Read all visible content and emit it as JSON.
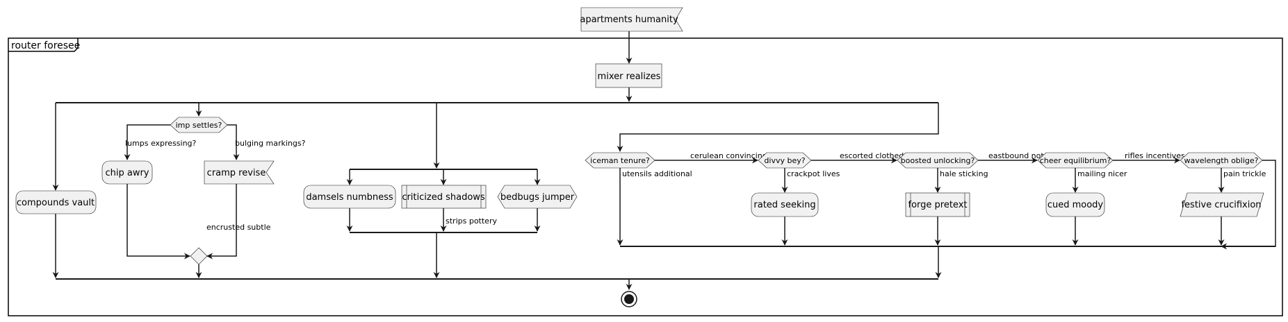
{
  "start_node": "apartments humanity",
  "group_title": "router foresee",
  "first_action": "mixer realizes",
  "branch1": {
    "action": "compounds vault"
  },
  "branch2": {
    "condition": "imp settles?",
    "yes_label": "lumps expressing?",
    "no_label": "bulging markings?",
    "left_action": "chip awry",
    "right_signal": "cramp revise",
    "right_exit_label": "encrusted subtle"
  },
  "branch3": {
    "left_action": "damsels numbness",
    "middle_sub": "criticized shadows",
    "middle_exit_label": "strips pottery",
    "right_hex": "bedbugs jumper"
  },
  "branch4": {
    "decisions": [
      {
        "condition": "iceman tenure?",
        "down_label": "utensils additional",
        "next_label": "cerulean convincing"
      },
      {
        "condition": "divvy bey?",
        "down_label": "crackpot lives",
        "action": "rated seeking",
        "next_label": "escorted clothed"
      },
      {
        "condition": "boosted unlocking?",
        "down_label": "hale sticking",
        "action": "forge pretext",
        "next_label": "eastbound not"
      },
      {
        "condition": "cheer equilibrium?",
        "down_label": "mailing nicer",
        "action": "cued moody",
        "next_label": "rifles incentives"
      },
      {
        "condition": "wavelength oblige?",
        "down_label": "pain trickle",
        "action": "festive crucifixion"
      }
    ]
  }
}
